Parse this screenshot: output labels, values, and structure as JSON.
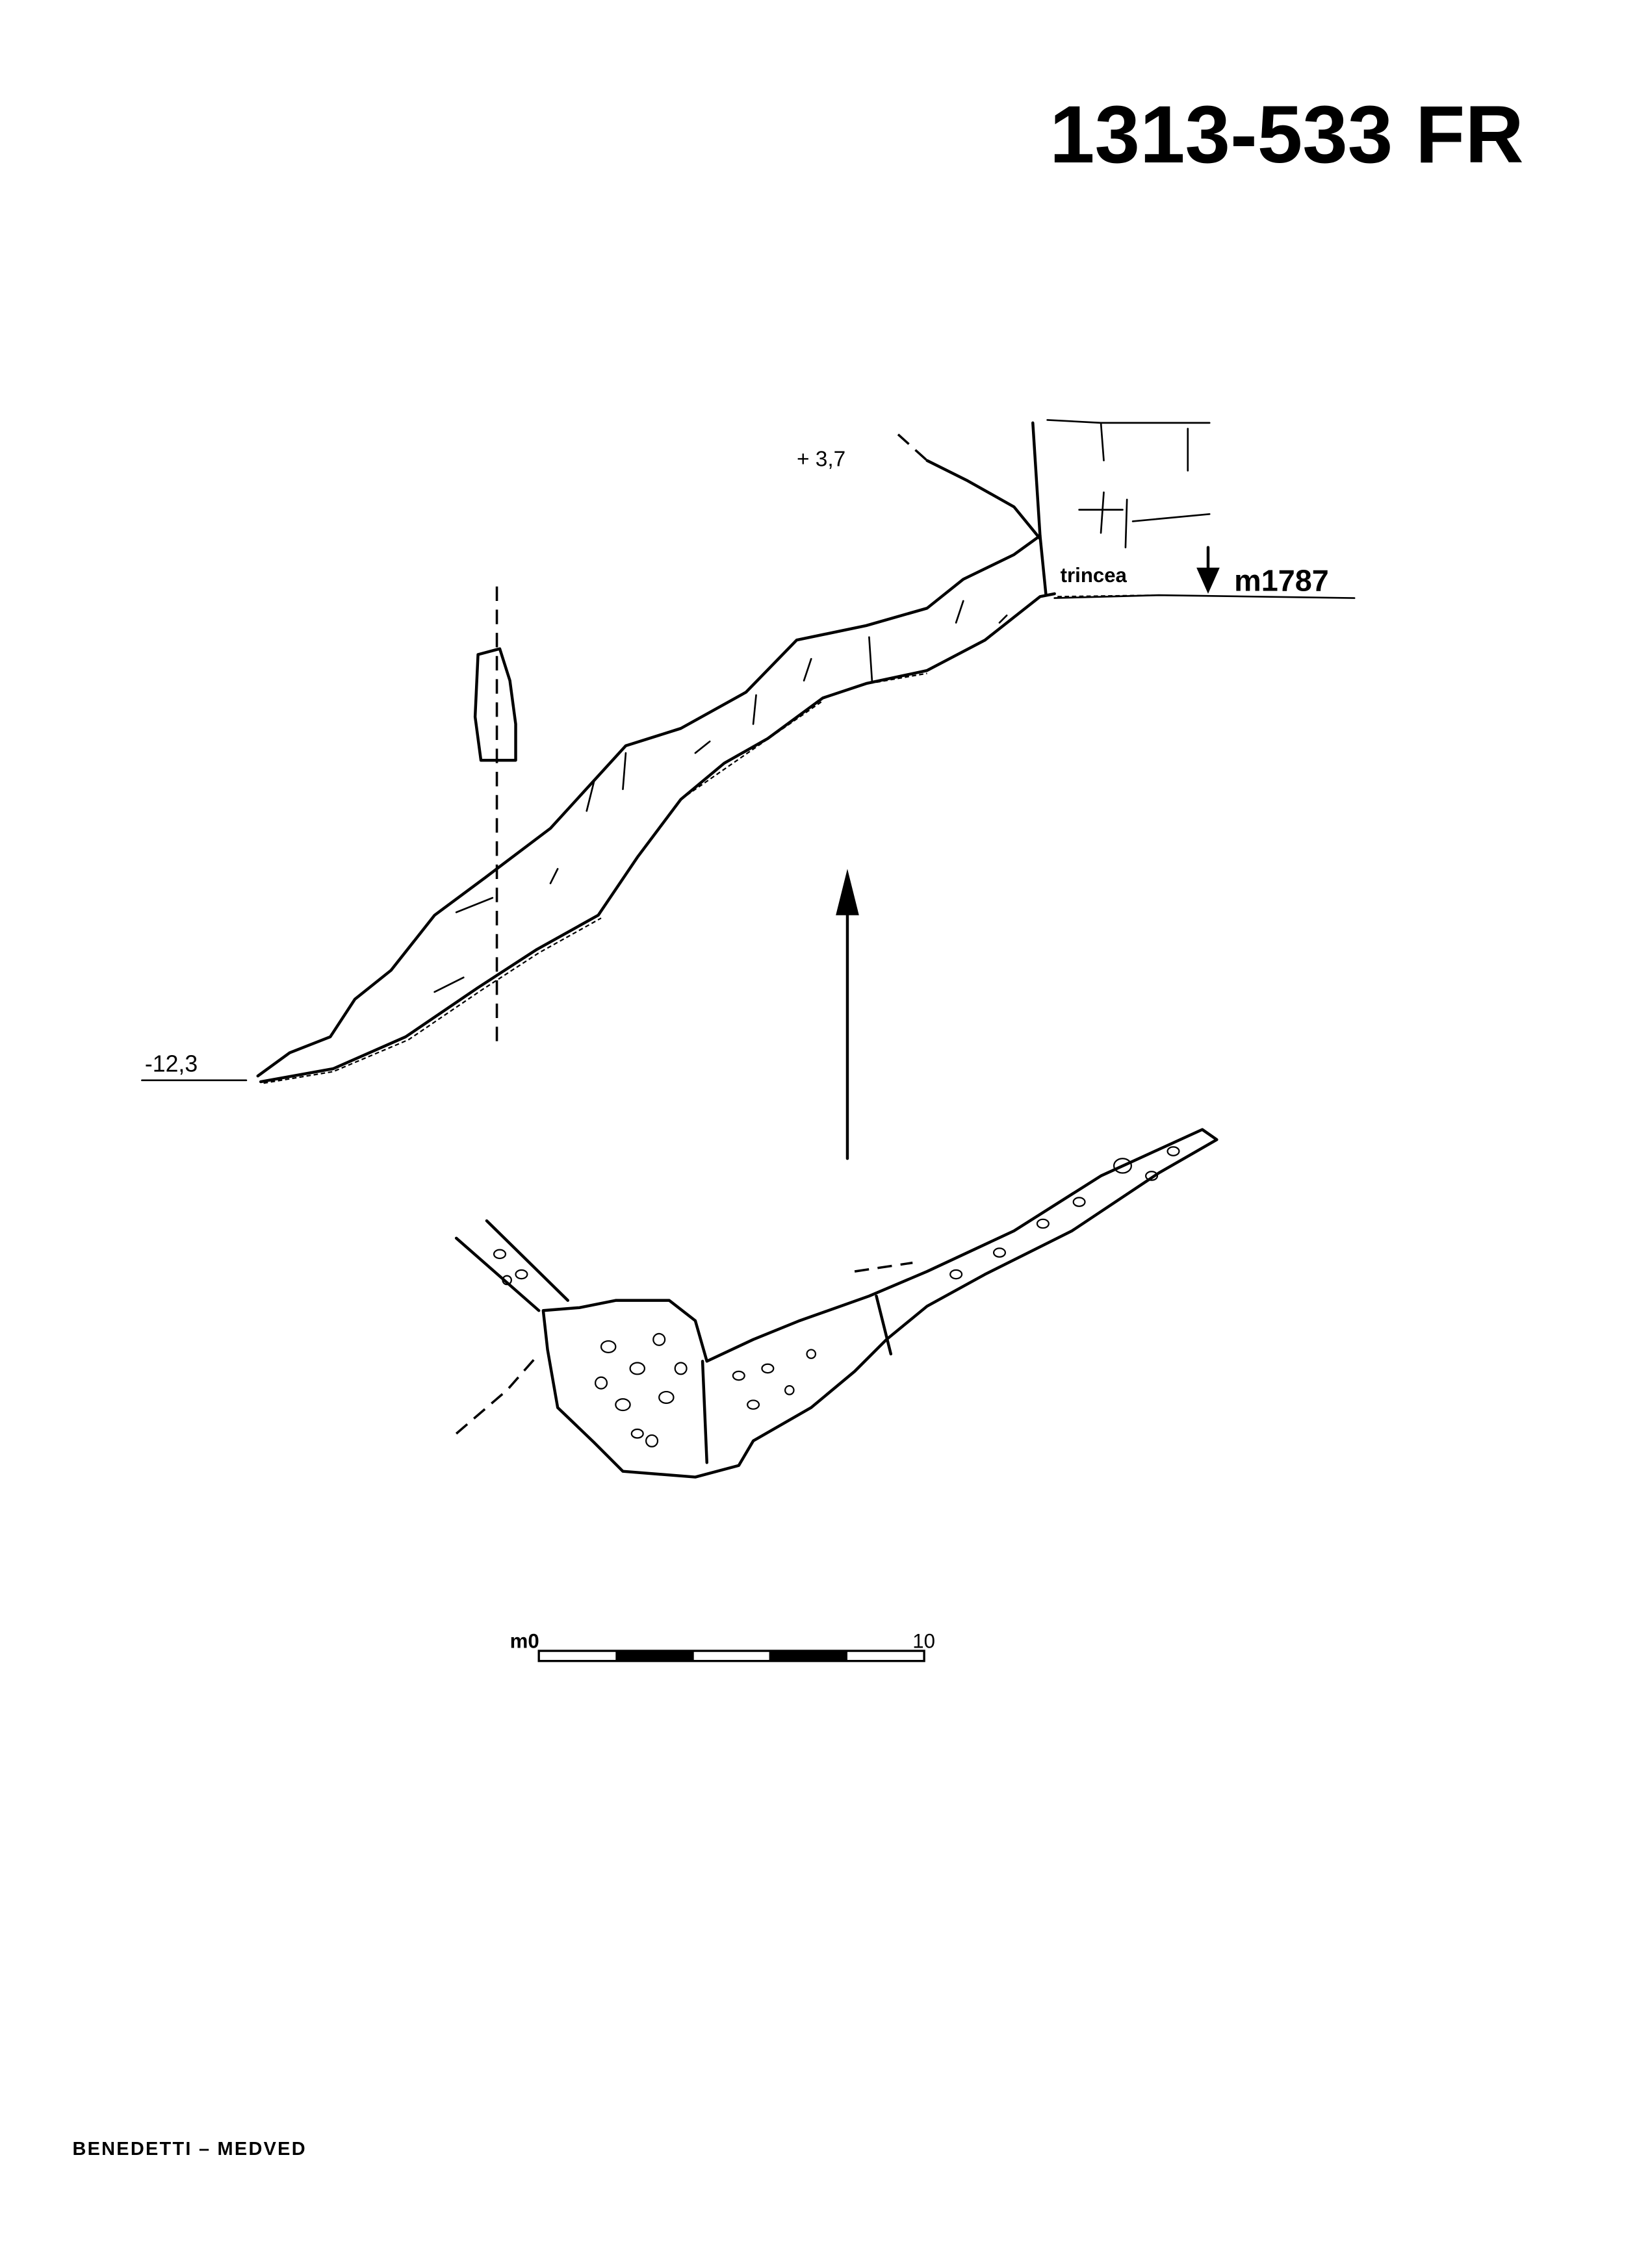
{
  "title": "1313-533 FR",
  "profile": {
    "top_elevation_label": "+ 3,7",
    "bottom_depth_label": "-12,3",
    "trench_label": "trincea",
    "altitude_label": "m1787"
  },
  "scale_bar": {
    "start_label": "m0",
    "end_label": "10"
  },
  "authors": "BENEDETTI – MEDVED"
}
